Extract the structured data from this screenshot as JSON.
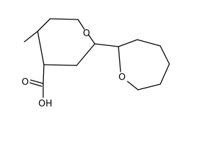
{
  "molecule": {
    "atom_labels": {
      "ring_oxygen_left": "O",
      "ring_oxygen_right": "O",
      "carbonyl_oxygen": "O",
      "hydroxyl": "OH"
    }
  }
}
